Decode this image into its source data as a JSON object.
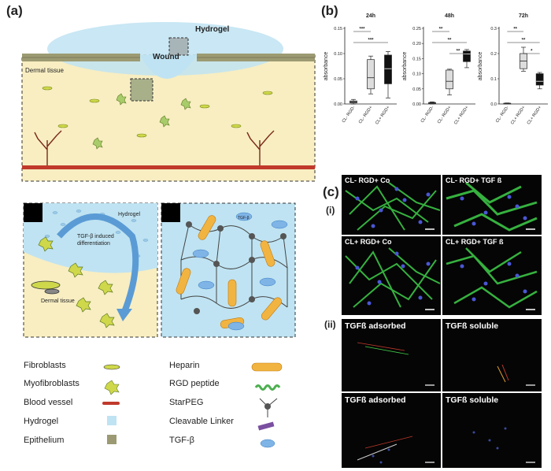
{
  "panel_a": {
    "label": "(a)",
    "hydrogel_label": "Hydrogel",
    "wound_label": "Wound",
    "dermal_label": "Dermal tissue",
    "inset_left": {
      "hydrogel_label": "Hydrogel",
      "arrow_label_line1": "TGF-β induced",
      "arrow_label_line2": "differentiation",
      "dermal_label": "Dermal tissue"
    },
    "inset_right": {
      "tgf_label": "TGF-β"
    },
    "legend": {
      "items": [
        {
          "label": "Fibroblasts"
        },
        {
          "label": "Myofibroblasts"
        },
        {
          "label": "Blood vessel"
        },
        {
          "label": "Hydrogel"
        },
        {
          "label": "Epithelium"
        },
        {
          "label": "Heparin"
        },
        {
          "label": "RGD peptide"
        },
        {
          "label": "StarPEG"
        },
        {
          "label": "Cleavable Linker"
        },
        {
          "label": "TGF-β"
        }
      ]
    }
  },
  "panel_b": {
    "label": "(b)",
    "ylabel": "absorbance",
    "significance": {
      "24h": [
        "***",
        "***"
      ],
      "48h": [
        "**",
        "**",
        "**"
      ],
      "72h": [
        "**",
        "**",
        "*"
      ]
    }
  },
  "chart_data": [
    {
      "type": "box",
      "title": "24h",
      "ylabel": "absorbance",
      "ylim": [
        0,
        0.15
      ],
      "ticks": [
        "0.00",
        "0.05",
        "0.10",
        "0.15"
      ],
      "categories": [
        "CL- RGD-",
        "CL- RGD+",
        "CL+ RGD+"
      ],
      "boxes": [
        {
          "min": 0.0,
          "q1": 0.002,
          "median": 0.004,
          "q3": 0.006,
          "max": 0.009
        },
        {
          "min": 0.02,
          "q1": 0.03,
          "median": 0.052,
          "q3": 0.088,
          "max": 0.095
        },
        {
          "min": 0.012,
          "q1": 0.04,
          "median": 0.07,
          "q3": 0.097,
          "max": 0.104
        }
      ]
    },
    {
      "type": "box",
      "title": "48h",
      "ylabel": "absorbance",
      "ylim": [
        0,
        0.25
      ],
      "ticks": [
        "0.00",
        "0.05",
        "0.10",
        "0.15",
        "0.20",
        "0.25"
      ],
      "categories": [
        "CL- RGD-",
        "CL- RGD+",
        "CL+ RGD+"
      ],
      "boxes": [
        {
          "min": 0.0,
          "q1": 0.001,
          "median": 0.003,
          "q3": 0.005,
          "max": 0.007
        },
        {
          "min": 0.03,
          "q1": 0.05,
          "median": 0.075,
          "q3": 0.112,
          "max": 0.115
        },
        {
          "min": 0.12,
          "q1": 0.14,
          "median": 0.165,
          "q3": 0.175,
          "max": 0.18
        }
      ]
    },
    {
      "type": "box",
      "title": "72h",
      "ylabel": "absorbance",
      "ylim": [
        0,
        0.3
      ],
      "ticks": [
        "0.0",
        "0.1",
        "0.2",
        "0.3"
      ],
      "categories": [
        "CL- RGD-",
        "CL+ RGD+",
        "CL+ RGD+"
      ],
      "boxes": [
        {
          "min": 0.0,
          "q1": 0.001,
          "median": 0.002,
          "q3": 0.003,
          "max": 0.004
        },
        {
          "min": 0.13,
          "q1": 0.14,
          "median": 0.17,
          "q3": 0.2,
          "max": 0.225
        },
        {
          "min": 0.06,
          "q1": 0.075,
          "median": 0.09,
          "q3": 0.12,
          "max": 0.125
        }
      ]
    }
  ],
  "panel_c": {
    "label": "(c)",
    "row_i": "(i)",
    "row_ii": "(ii)",
    "images_i": [
      {
        "caption": "CL- RGD+ Co"
      },
      {
        "caption": "CL- RGD+ TGF  ß"
      },
      {
        "caption": "CL+ RGD+ Co"
      },
      {
        "caption": "CL+ RGD+ TGF  ß"
      }
    ],
    "images_ii": [
      {
        "caption": "TGFß adsorbed"
      },
      {
        "caption": "TGFß soluble"
      },
      {
        "caption": "TGFß adsorbed"
      },
      {
        "caption": "TGFß soluble"
      }
    ]
  },
  "colors": {
    "hydrogel": "#bfe3f2",
    "dermal": "#f8eec2",
    "vessel": "#c0392b",
    "fibroblast": "#cfd84a",
    "arrow": "#5b9bd5",
    "heparin": "#f2b441",
    "starpeg": "#444444"
  }
}
